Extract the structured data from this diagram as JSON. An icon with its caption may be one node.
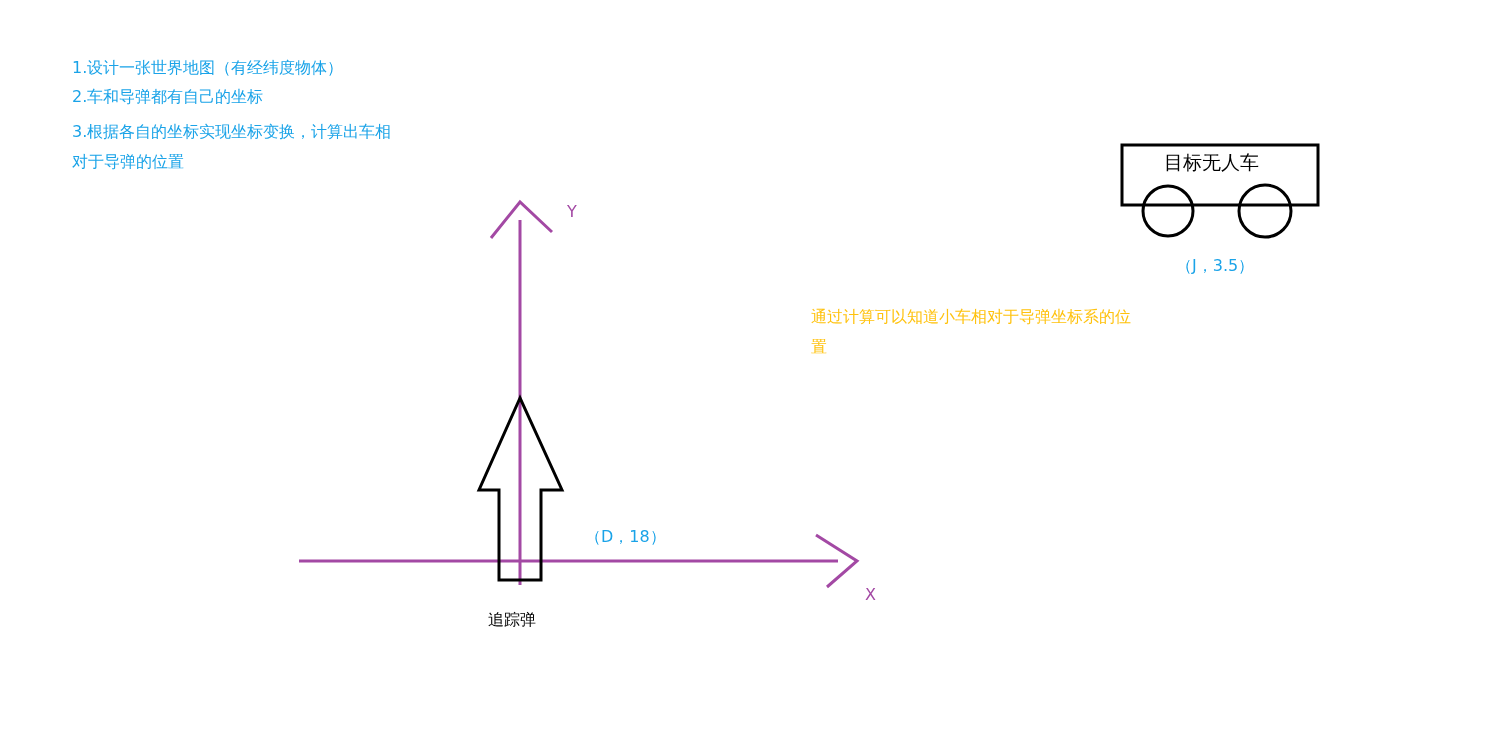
{
  "diagram": {
    "nodes": [
      {
        "text": [
          "目标无人车"
        ],
        "beside": [
          "（J，3.5）"
        ]
      },
      {
        "text": [],
        "shape": "arrow",
        "beside": [
          "追踪弹"
        ]
      }
    ],
    "edges": [],
    "labels": [
      "1.设计一张世界地图（有经纬度物体）",
      "2.车和导弹都有自己的坐标",
      "3.根据各自的坐标实现坐标变换，计算出车相对于导弹的位置",
      "Y",
      "通过计算可以知道小车相对于导弹坐标系的位置",
      "（D，18）",
      "X"
    ]
  }
}
